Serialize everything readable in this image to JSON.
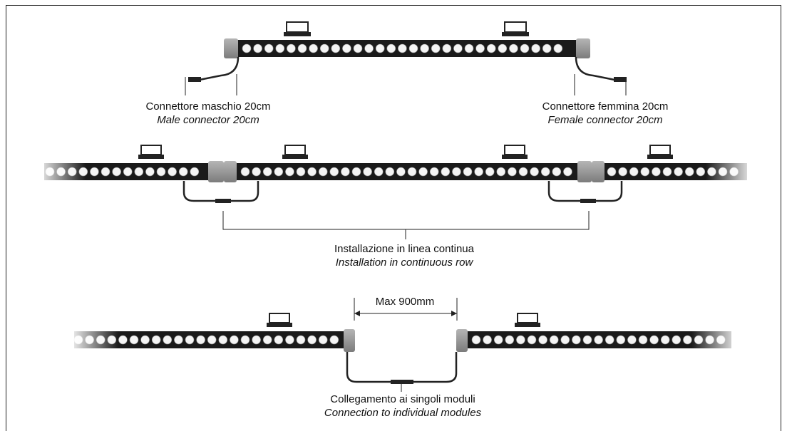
{
  "labels": {
    "male": {
      "it": "Connettore maschio 20cm",
      "en": "Male connector 20cm"
    },
    "female": {
      "it": "Connettore femmina 20cm",
      "en": "Female connector 20cm"
    },
    "continuous": {
      "it": "Installazione in linea continua",
      "en": "Installation in continuous row"
    },
    "individual": {
      "it": "Collegamento ai singoli moduli",
      "en": "Connection to individual modules"
    },
    "max_distance": "Max 900mm"
  }
}
